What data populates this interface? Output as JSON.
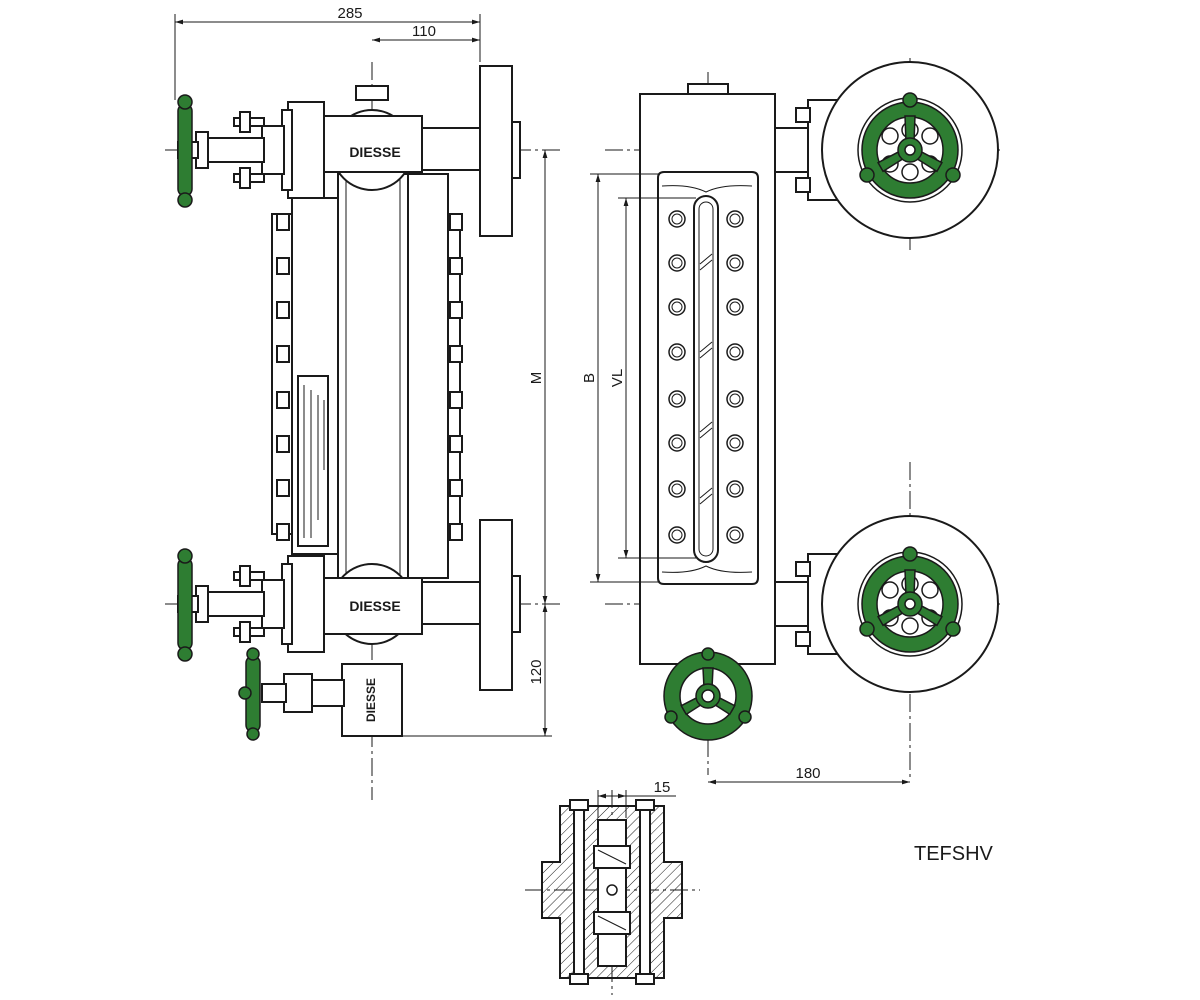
{
  "model_code": "TEFSHV",
  "brand_label": "DIESSE",
  "dimensions": {
    "overall_width": "285",
    "flange_offset": "110",
    "centre_distance": "M",
    "bottom_drain": "120",
    "visible_glass_length": "B",
    "visible_length": "VL",
    "side_valve_offset": "180",
    "section_width": "15"
  },
  "colors": {
    "handwheel": "#2e7d32",
    "line": "#1a1a1a"
  }
}
